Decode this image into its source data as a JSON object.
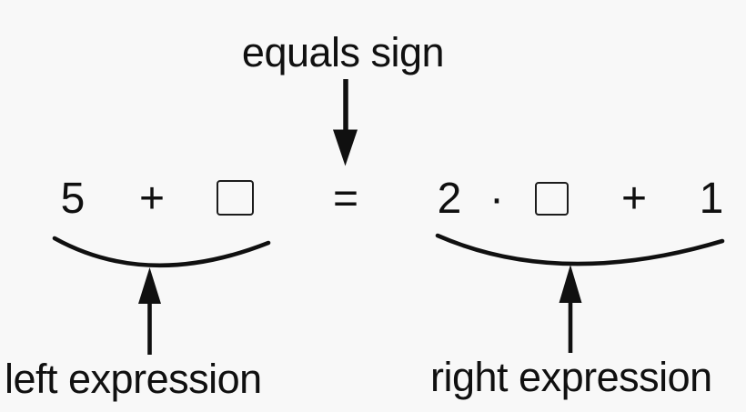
{
  "figure": {
    "title": "equation parts annotation diagram",
    "background_color": "#f8f8f8",
    "ink_color": "#101010"
  },
  "annotations": {
    "equals_sign_label": "equals sign",
    "left_expression_label": "left expression",
    "right_expression_label": "right expression"
  },
  "equation": {
    "full_text": "5 + □ = 2 · □ + 1",
    "lhs_term": "5",
    "lhs_plus": "+",
    "lhs_placeholder": "empty-box",
    "equals": "=",
    "rhs_coefficient": "2",
    "rhs_dot": "·",
    "rhs_placeholder": "empty-box",
    "rhs_plus": "+",
    "rhs_constant": "1"
  }
}
